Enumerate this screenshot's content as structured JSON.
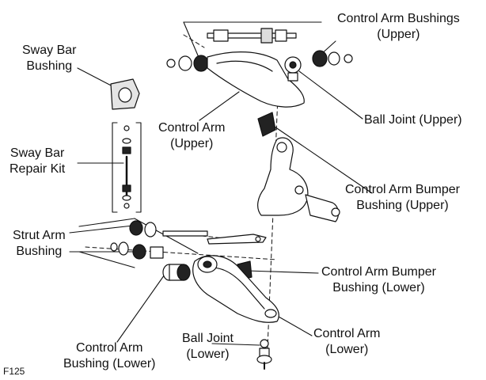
{
  "figure_id": "F125",
  "labels": {
    "control_arm_bushings_upper": [
      "Control Arm Bushings",
      "(Upper)"
    ],
    "sway_bar_bushing": [
      "Sway Bar",
      "Bushing"
    ],
    "ball_joint_upper": [
      "Ball Joint (Upper)"
    ],
    "control_arm_upper": [
      "Control Arm",
      "(Upper)"
    ],
    "sway_bar_repair_kit": [
      "Sway Bar",
      "Repair Kit"
    ],
    "control_arm_bumper_bushing_upper": [
      "Control Arm Bumper",
      "Bushing (Upper)"
    ],
    "strut_arm_bushing": [
      "Strut Arm",
      "Bushing"
    ],
    "control_arm_bumper_bushing_lower": [
      "Control Arm Bumper",
      "Bushing (Lower)"
    ],
    "ball_joint_lower": [
      "Ball Joint",
      "(Lower)"
    ],
    "control_arm_lower": [
      "Control Arm",
      "(Lower)"
    ],
    "control_arm_bushing_lower": [
      "Control Arm",
      "Bushing (Lower)"
    ]
  },
  "colors": {
    "ink": "#111111",
    "paper": "#ffffff",
    "shade": "#d8d8d8",
    "dark": "#222222"
  }
}
